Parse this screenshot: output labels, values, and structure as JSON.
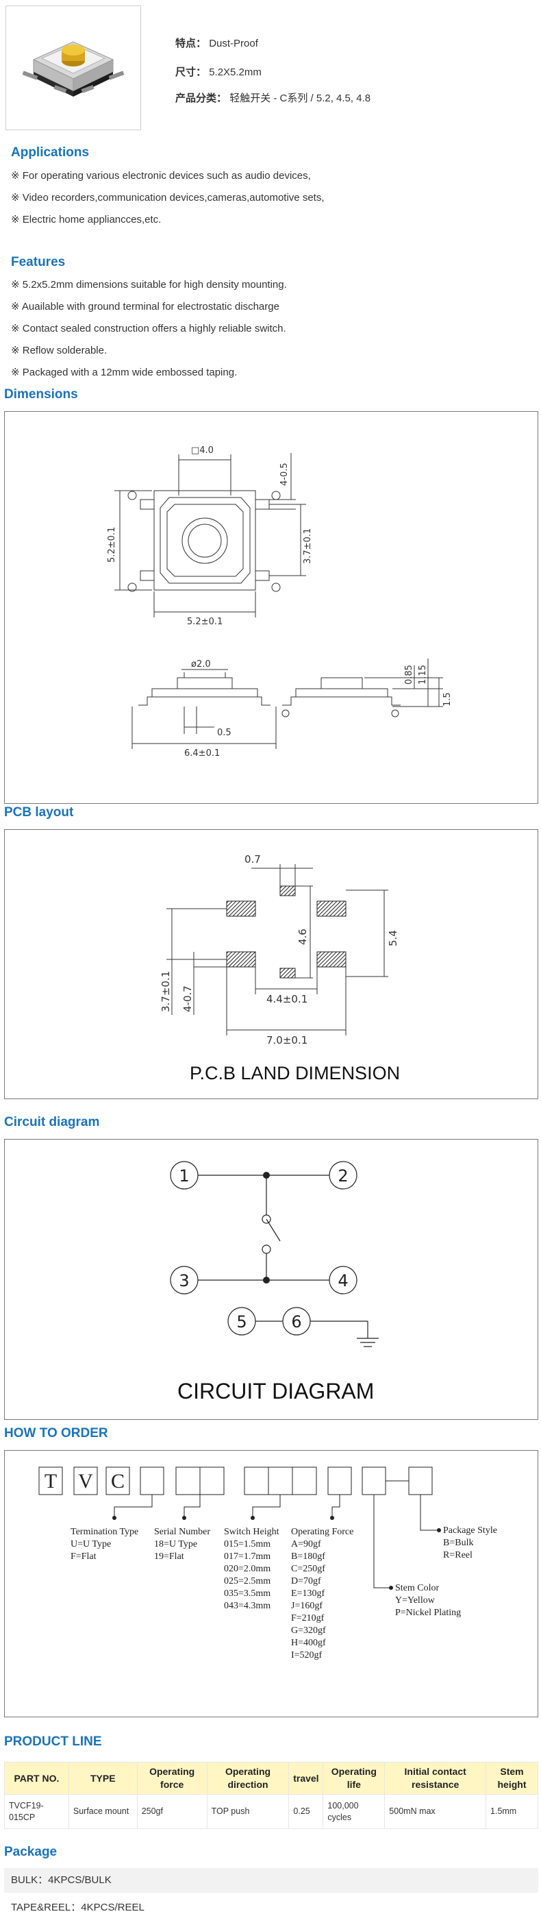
{
  "product_info": {
    "feature_label": "特点：",
    "feature_value": "Dust-Proof",
    "size_label": "尺寸：",
    "size_value": "5.2X5.2mm",
    "category_label": "产品分类：",
    "category_value": "轻触开关 - C系列 / 5.2, 4.5, 4.8"
  },
  "applications": {
    "title": "Applications",
    "items": [
      "※ For operating various electronic devices such as audio devices,",
      "※ Video recorders,communication devices,cameras,automotive sets,",
      "※ Electric home appliancces,etc."
    ]
  },
  "features": {
    "title": "Features",
    "items": [
      "※ 5.2x5.2mm dimensions suitable for high density mounting.",
      "※ Auailable with ground terminal for electrostatic discharge",
      "※ Contact sealed construction offers a highly reliable switch.",
      "※ Reflow solderable.",
      "※ Packaged with a 12mm wide embossed taping."
    ]
  },
  "dimensions": {
    "title": "Dimensions",
    "labels": {
      "sq": "□4.0",
      "gap": "4-0.5",
      "h": "5.2±0.1",
      "w": "5.2±0.1",
      "pitch": "3.7±0.1",
      "dia": "ø2.0",
      "foot": "0.5",
      "total": "6.4±0.1",
      "h1": "0.85",
      "h2": "1.15",
      "h3": "1.5"
    }
  },
  "pcb": {
    "title": "PCB layout",
    "caption": "P.C.B LAND DIMENSION",
    "labels": {
      "a": "0.7",
      "b": "4.6",
      "c": "5.4",
      "d": "3.7±0.1",
      "e": "4-0.7",
      "f": "4.4±0.1",
      "g": "7.0±0.1"
    }
  },
  "circuit": {
    "title": "Circuit diagram",
    "caption": "CIRCUIT DIAGRAM",
    "pins": [
      "1",
      "2",
      "3",
      "4",
      "5",
      "6"
    ]
  },
  "how_to_order": {
    "title": "HOW TO ORDER",
    "code_letters": [
      "T",
      "V",
      "C"
    ],
    "termination": {
      "title": "Termination Type",
      "options": [
        "U=U Type",
        "F=Flat"
      ]
    },
    "serial": {
      "title": "Serial Number",
      "options": [
        "18=U Type",
        "19=Flat"
      ]
    },
    "switch_height": {
      "title": "Switch Height",
      "options": [
        "015=1.5mm",
        "017=1.7mm",
        "020=2.0mm",
        "025=2.5mm",
        "035=3.5mm",
        "043=4.3mm"
      ]
    },
    "operating_force": {
      "title": "Operating Force",
      "options": [
        "A=90gf",
        "B=180gf",
        "C=250gf",
        "D=70gf",
        "E=130gf",
        "J=160gf",
        "F=210gf",
        "G=320gf",
        "H=400gf",
        "I=520gf"
      ]
    },
    "stem_color": {
      "title": "Stem Color",
      "options": [
        "Y=Yellow",
        "P=Nickel Plating"
      ]
    },
    "package_style": {
      "title": "Package Style",
      "options": [
        "B=Bulk",
        "R=Reel"
      ]
    }
  },
  "product_line": {
    "title": "PRODUCT LINE",
    "headers": [
      "PART NO.",
      "TYPE",
      "Operating force",
      "Operating direction",
      "travel",
      "Operating life",
      "Initial contact resistance",
      "Stem height"
    ],
    "rows": [
      [
        "TVCF19-015CP",
        "Surface mount",
        "250gf",
        "TOP push",
        "0.25",
        "100,000 cycles",
        "500mN max",
        "1.5mm"
      ]
    ]
  },
  "package": {
    "title": "Package",
    "rows": [
      "BULK：4KPCS/BULK",
      "TAPE&REEL：4KPCS/REEL"
    ]
  },
  "colors": {
    "heading": "#1a72b8",
    "table_header": "#fff6c4",
    "stem": "#e8b92a"
  }
}
